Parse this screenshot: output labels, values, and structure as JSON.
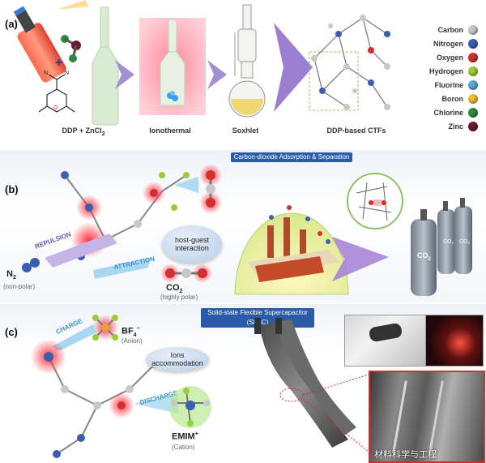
{
  "panel_a": {
    "letter": "(a)",
    "steps": [
      {
        "label": "DDP + ZnCl",
        "sub": "2"
      },
      {
        "label": "Ionothermal",
        "sub": ""
      },
      {
        "label": "Soxhlet",
        "sub": ""
      },
      {
        "label": "DDP-based CTFs",
        "sub": ""
      }
    ],
    "legend": [
      {
        "name": "Carbon",
        "color": "#c8c8c8"
      },
      {
        "name": "Nitrogen",
        "color": "#3a5fb0"
      },
      {
        "name": "Oxygen",
        "color": "#d03030"
      },
      {
        "name": "Hydrogen",
        "color": "#9acd32"
      },
      {
        "name": "Fluorine",
        "color": "#58a8d8"
      },
      {
        "name": "Boron",
        "color": "#e8c030"
      },
      {
        "name": "Chlorine",
        "color": "#2e8b3e"
      },
      {
        "name": "Zinc",
        "color": "#6b1a2a"
      }
    ]
  },
  "panel_b": {
    "letter": "(b)",
    "banner": "Carbon-dioxide Adsorption & Separation",
    "n2_label": "N",
    "n2_sub": "2",
    "n2_note": "(non-polar)",
    "repulsion": "REPULSION",
    "attraction": "ATTRACTION",
    "host_guest": "host-guest interaction",
    "co2_label": "CO",
    "co2_sub": "2",
    "co2_note": "(highly polar)",
    "cylinder_label": "CO",
    "cylinder_sub": "2"
  },
  "panel_c": {
    "letter": "(c)",
    "banner": "Solid-state Flexible Supercapacitor (SFSC)",
    "charge": "CHARGE",
    "discharge": "DISCHARGE",
    "bf4_label": "BF",
    "bf4_sub": "4",
    "bf4_sup": "−",
    "bf4_note": "(Anion)",
    "ions": "Ions accommodation",
    "emim_label": "EMIM",
    "emim_sup": "+",
    "emim_note": "(Cation)",
    "watermark": "材料科学与工程"
  }
}
